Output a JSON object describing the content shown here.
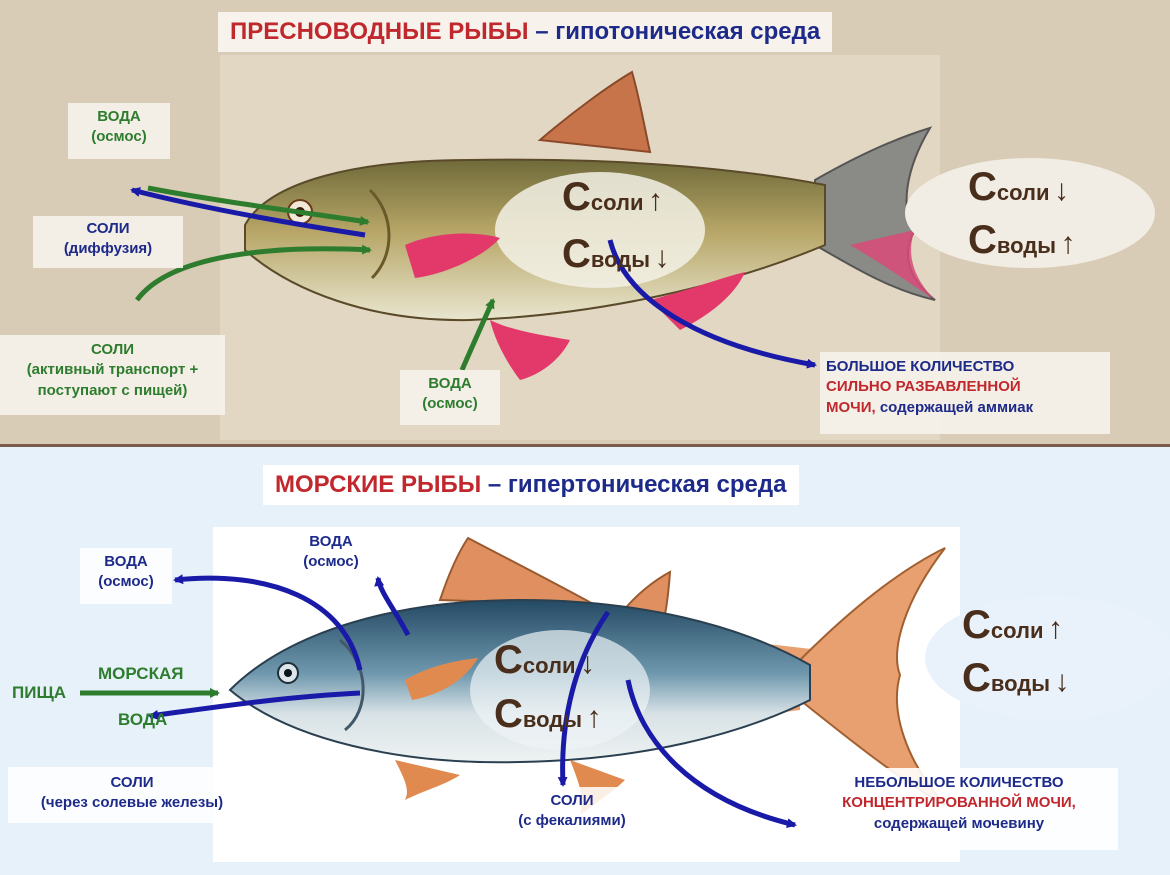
{
  "freshwater": {
    "title_main": "ПРЕСНОВОДНЫЕ РЫБЫ",
    "title_dash": " – ",
    "title_env": "гипотоническая среда",
    "water_in": {
      "line1": "ВОДА",
      "line2": "(осмос)"
    },
    "salts_out": {
      "line1": "СОЛИ",
      "line2": "(диффузия)"
    },
    "salts_in": {
      "line1": "СОЛИ",
      "line2": "(активный транспорт +",
      "line3": "поступают с пищей)"
    },
    "water_skin": {
      "line1": "ВОДА",
      "line2": "(осмос)"
    },
    "inside": {
      "C": "С",
      "salt_sub": "соли",
      "salt_arrow": "↑",
      "water_sub": "воды",
      "water_arrow": "↓"
    },
    "outside": {
      "C": "С",
      "salt_sub": "соли",
      "salt_arrow": "↓",
      "water_sub": "воды",
      "water_arrow": "↑"
    },
    "urine": {
      "line1": "БОЛЬШОЕ КОЛИЧЕСТВО",
      "line2": "СИЛЬНО РАЗБАВЛЕННОЙ",
      "line3_red": "МОЧИ,",
      "line3_blue": " содержащей аммиак"
    }
  },
  "marine": {
    "title_main": "МОРСКИЕ РЫБЫ",
    "title_dash": " – ",
    "title_env": "гипертоническая среда",
    "water_out": {
      "line1": "ВОДА",
      "line2": "(осмос)"
    },
    "water_out_top": {
      "line1": "ВОДА",
      "line2": "(осмос)"
    },
    "food": "ПИЩА",
    "sea": "МОРСКАЯ",
    "sea_water": "ВОДА",
    "salts_glands": {
      "line1": "СОЛИ",
      "line2": "(через солевые железы)"
    },
    "salts_feces": {
      "line1": "СОЛИ",
      "line2": "(с фекалиями)"
    },
    "inside": {
      "C": "С",
      "salt_sub": "соли",
      "salt_arrow": "↓",
      "water_sub": "воды",
      "water_arrow": "↑"
    },
    "outside": {
      "C": "С",
      "salt_sub": "соли",
      "salt_arrow": "↑",
      "water_sub": "воды",
      "water_arrow": "↓"
    },
    "urine": {
      "line1": "НЕБОЛЬШОЕ КОЛИЧЕСТВО",
      "line2": "КОНЦЕНТРИРОВАННОЙ МОЧИ,",
      "line3": "содержащей мочевину"
    }
  },
  "colors": {
    "red": "#c0282d",
    "blue": "#1d2a8a",
    "green": "#2e7d2e",
    "arrow_blue": "#1a1aa8",
    "arrow_green": "#2e7d2e"
  },
  "icons": [
    "freshwater-fish-illustration",
    "marine-fish-illustration"
  ]
}
